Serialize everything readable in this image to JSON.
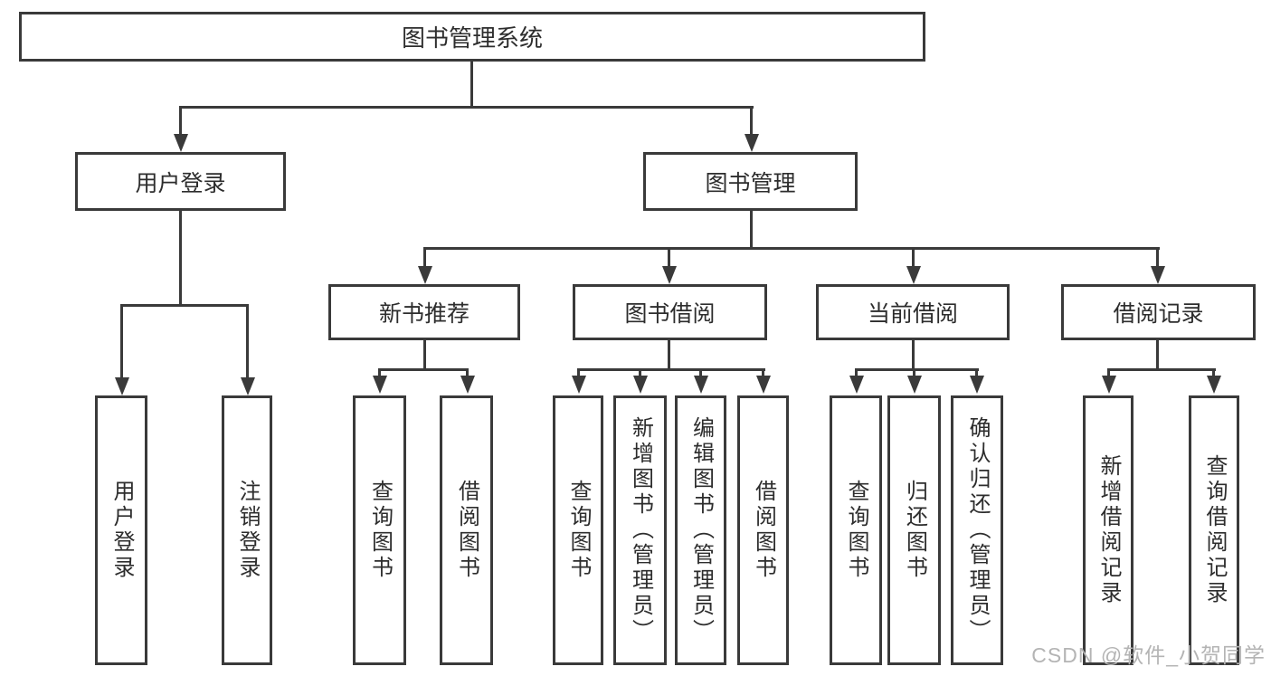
{
  "diagram": {
    "root": {
      "label": "图书管理系统"
    },
    "level1": [
      {
        "label": "用户登录"
      },
      {
        "label": "图书管理"
      }
    ],
    "level2": [
      {
        "label": "新书推荐"
      },
      {
        "label": "图书借阅"
      },
      {
        "label": "当前借阅"
      },
      {
        "label": "借阅记录"
      }
    ],
    "leaves": {
      "login": [
        {
          "label": "用户登录"
        },
        {
          "label": "注销登录"
        }
      ],
      "recommend": [
        {
          "label": "查询图书"
        },
        {
          "label": "借阅图书"
        }
      ],
      "borrow": [
        {
          "label": "查询图书"
        },
        {
          "label": "新增图书（管理员）"
        },
        {
          "label": "编辑图书（管理员）"
        },
        {
          "label": "借阅图书"
        }
      ],
      "current": [
        {
          "label": "查询图书"
        },
        {
          "label": "归还图书"
        },
        {
          "label": "确认归还（管理员）"
        }
      ],
      "records": [
        {
          "label": "新增借阅记录"
        },
        {
          "label": "查询借阅记录"
        }
      ]
    },
    "watermark": {
      "text": "CSDN @软件_小贺同学"
    },
    "colors": {
      "line": "#3a3a3a",
      "text": "#2d2d2d",
      "watermark": "#b4b4b4",
      "background": "#ffffff"
    }
  }
}
